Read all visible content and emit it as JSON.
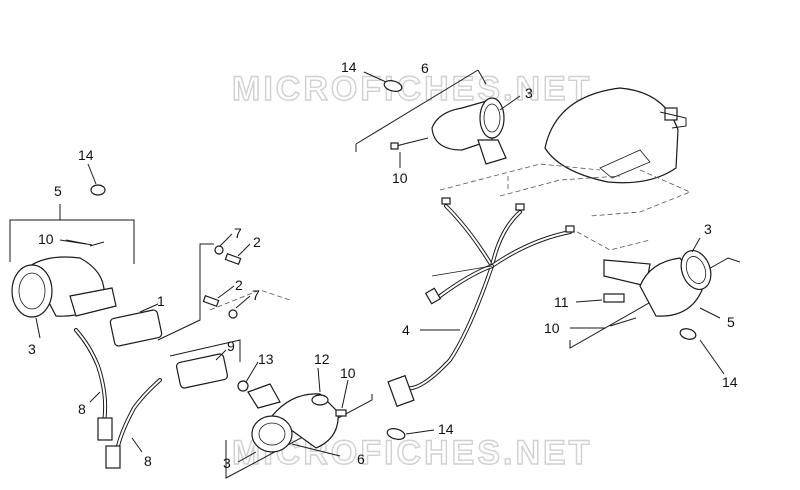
{
  "watermark": {
    "top": "MICROFICHES.NET",
    "bottom": "MICROFICHES.NET"
  },
  "callouts": [
    {
      "id": "c14a",
      "text": "14"
    },
    {
      "id": "c6a",
      "text": "6"
    },
    {
      "id": "c3a",
      "text": "3"
    },
    {
      "id": "c10a",
      "text": "10"
    },
    {
      "id": "c14b",
      "text": "14"
    },
    {
      "id": "c5a",
      "text": "5"
    },
    {
      "id": "c10b",
      "text": "10"
    },
    {
      "id": "c3b",
      "text": "3"
    },
    {
      "id": "c7a",
      "text": "7"
    },
    {
      "id": "c2a",
      "text": "2"
    },
    {
      "id": "c2b",
      "text": "2"
    },
    {
      "id": "c7b",
      "text": "7"
    },
    {
      "id": "c1",
      "text": "1"
    },
    {
      "id": "c9",
      "text": "9"
    },
    {
      "id": "c8a",
      "text": "8"
    },
    {
      "id": "c8b",
      "text": "8"
    },
    {
      "id": "c13",
      "text": "13"
    },
    {
      "id": "c12",
      "text": "12"
    },
    {
      "id": "c10c",
      "text": "10"
    },
    {
      "id": "c3c",
      "text": "3"
    },
    {
      "id": "c6b",
      "text": "6"
    },
    {
      "id": "c14c",
      "text": "14"
    },
    {
      "id": "c4",
      "text": "4"
    },
    {
      "id": "c3d",
      "text": "3"
    },
    {
      "id": "c11",
      "text": "11"
    },
    {
      "id": "c10d",
      "text": "10"
    },
    {
      "id": "c5b",
      "text": "5"
    },
    {
      "id": "c14d",
      "text": "14"
    }
  ]
}
